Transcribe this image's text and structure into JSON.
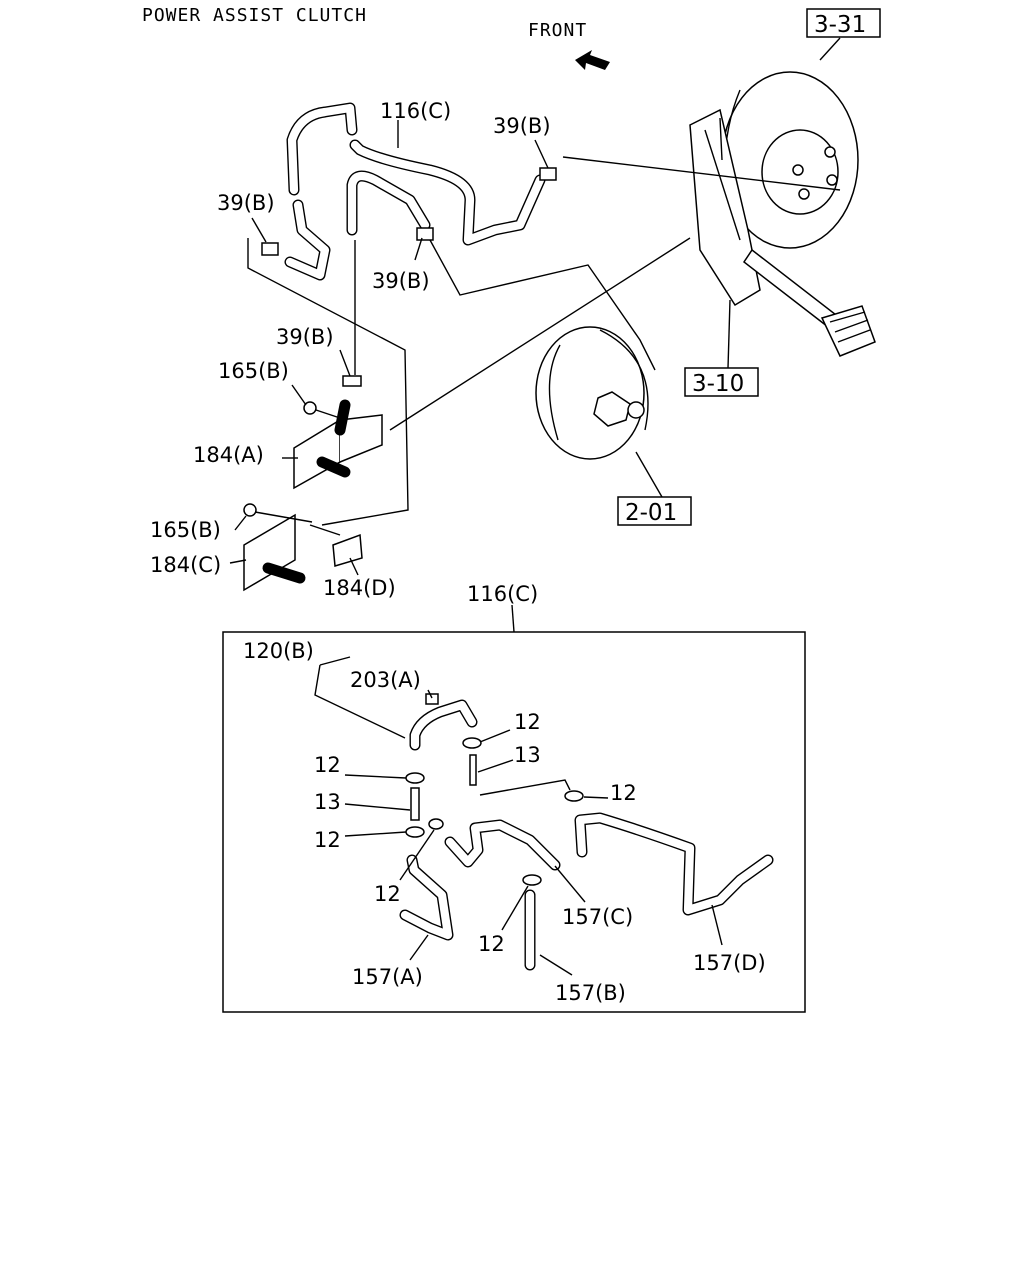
{
  "title": "POWER ASSIST CLUTCH",
  "direction_label": "FRONT",
  "reference_boxes": {
    "r331": "3-31",
    "r310": "3-10",
    "r201": "2-01"
  },
  "labels": {
    "l116c_top": "116(C)",
    "l39b_a": "39(B)",
    "l39b_b": "39(B)",
    "l39b_c": "39(B)",
    "l39b_d": "39(B)",
    "l165b_a": "165(B)",
    "l184a": "184(A)",
    "l165b_b": "165(B)",
    "l184c": "184(C)",
    "l184d": "184(D)",
    "l116c_detail": "116(C)",
    "l120b": "120(B)",
    "l203a": "203(A)",
    "l12_a": "12",
    "l13_a": "13",
    "l12_b": "12",
    "l13_b": "13",
    "l12_c": "12",
    "l12_d": "12",
    "l12_e": "12",
    "l12_f": "12",
    "l157a": "157(A)",
    "l157b": "157(B)",
    "l157c": "157(C)",
    "l157d": "157(D)"
  }
}
